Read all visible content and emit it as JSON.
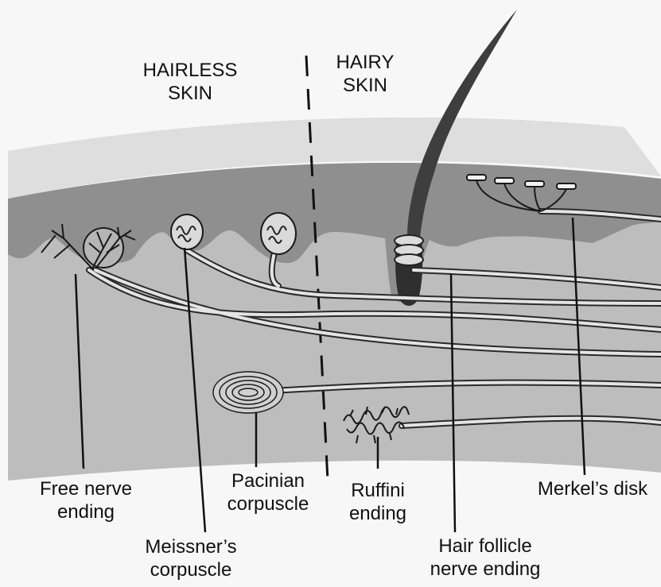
{
  "regions": {
    "hairless": [
      "HAIRLESS",
      "SKIN"
    ],
    "hairy": [
      "HAIRY",
      "SKIN"
    ]
  },
  "labels": {
    "free_nerve": [
      "Free nerve",
      "ending"
    ],
    "meissner": [
      "Meissner’s",
      "corpuscle"
    ],
    "pacinian": [
      "Pacinian",
      "corpuscle"
    ],
    "ruffini": [
      "Ruffini",
      "ending"
    ],
    "hair_follicle": [
      "Hair follicle",
      "nerve ending"
    ],
    "merkel": [
      "Merkel’s disk"
    ]
  },
  "colors": {
    "background": "#f7f7f7",
    "epidermis": "#dedede",
    "dermal_papillae": "#8f8f8f",
    "dermis": "#bdbdbd",
    "hair": "#3e3e3e",
    "nerve": "#2a2a2a"
  }
}
